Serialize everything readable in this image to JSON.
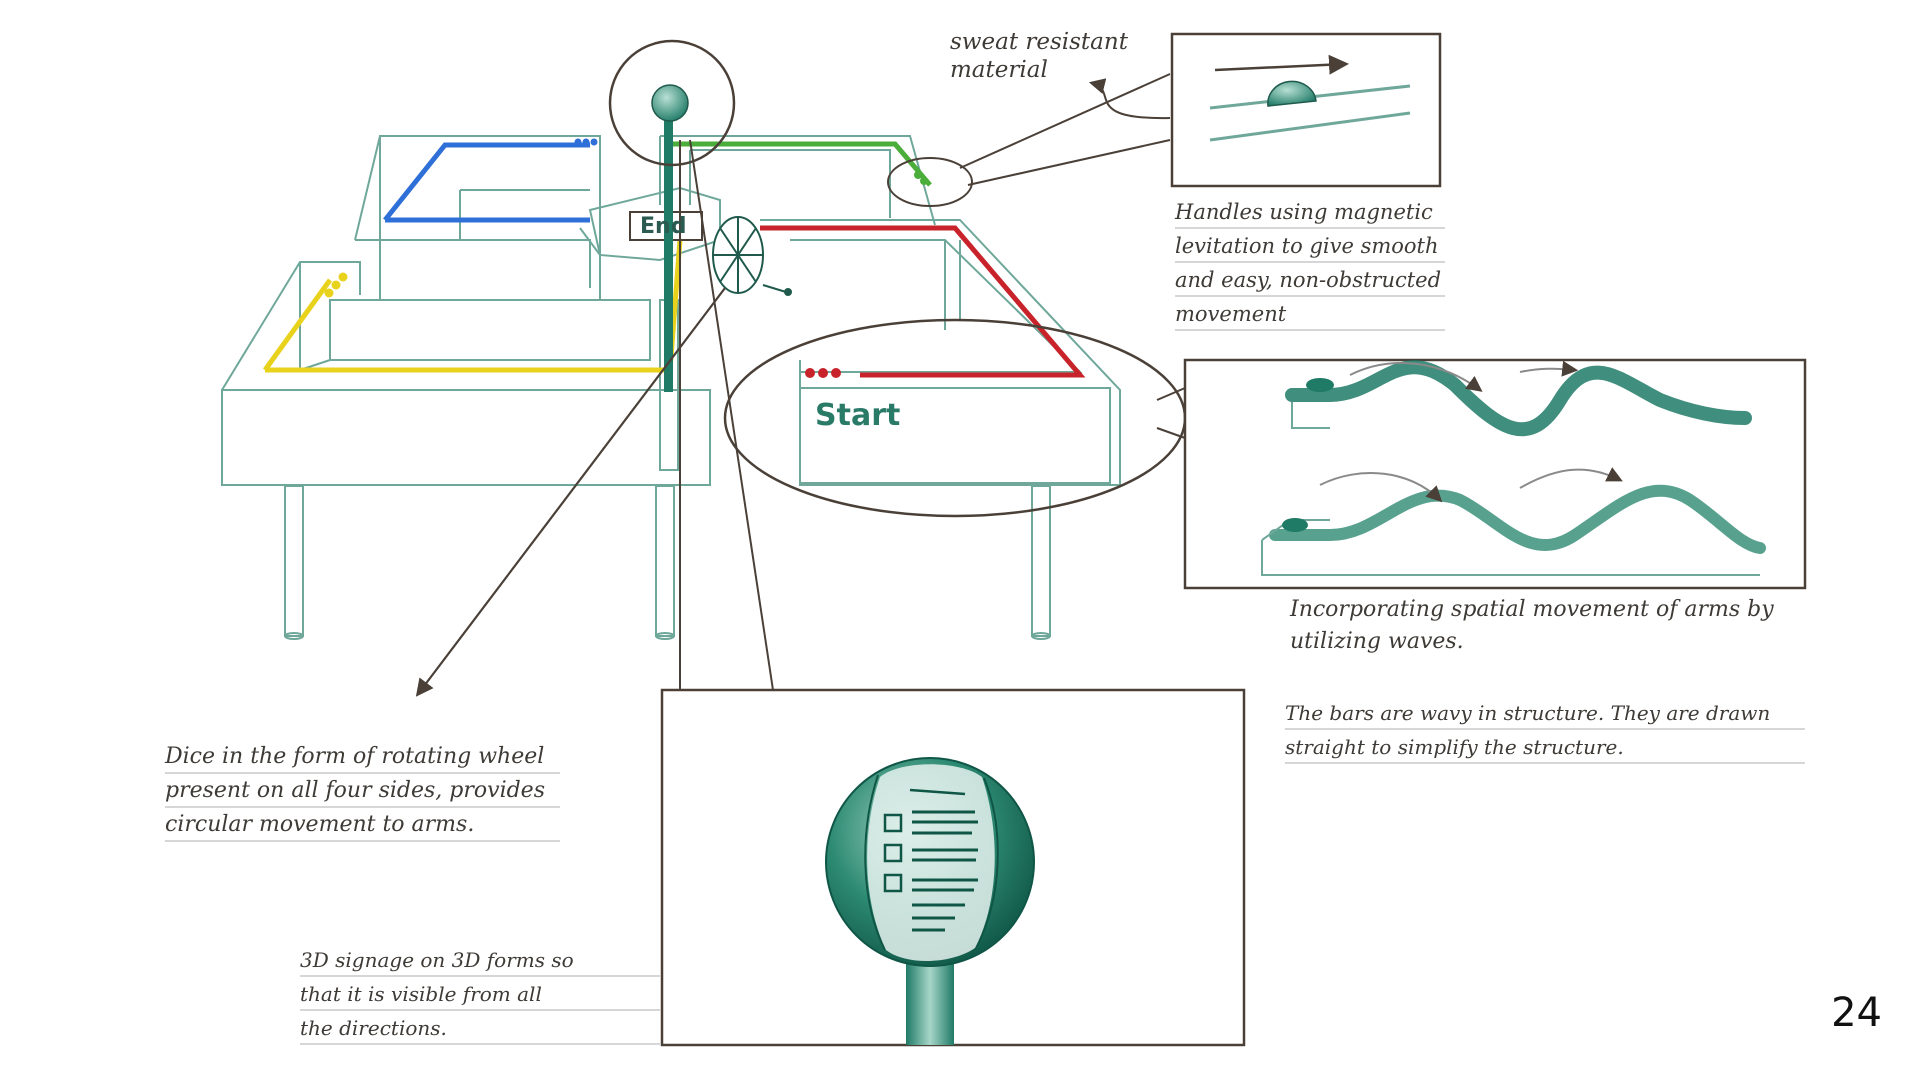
{
  "labels": {
    "start": "Start",
    "end": "End"
  },
  "annotations": {
    "sweat": [
      "sweat resistant",
      "material"
    ],
    "handles": [
      "Handles using magnetic",
      "levitation to give smooth",
      "and easy, non-obstructed",
      "movement"
    ],
    "waves": [
      "Incorporating spatial movement of arms by",
      "utilizing waves."
    ],
    "bars": [
      "The bars are wavy in structure. They are drawn",
      "straight to simplify the structure."
    ],
    "dice": [
      "Dice in the form of rotating wheel",
      "present on all four sides, provides",
      "circular movement to arms."
    ],
    "signage": [
      "3D signage on 3D forms so",
      "that it is visible from all",
      "the directions."
    ]
  },
  "page_number": "24",
  "colors": {
    "sketch_line": "#6fa89a",
    "track_blue": "#2f6fd8",
    "track_green": "#4cae3a",
    "track_red": "#c8232a",
    "track_yellow": "#e8d21c",
    "teal": "#1f7a66",
    "ink": "#4a4038"
  }
}
